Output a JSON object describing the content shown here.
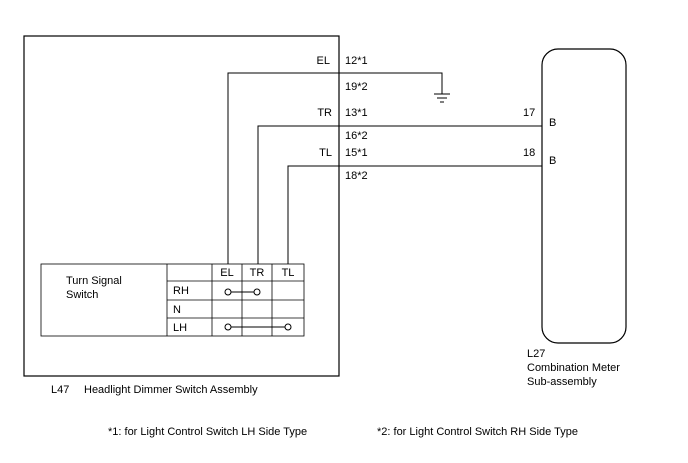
{
  "assembly": {
    "code": "L47",
    "name": "Headlight Dimmer Switch Assembly",
    "terminals": [
      {
        "name": "EL",
        "pin_lh": "12*1",
        "pin_rh": "19*2"
      },
      {
        "name": "TR",
        "pin_lh": "13*1",
        "pin_rh": "16*2"
      },
      {
        "name": "TL",
        "pin_lh": "15*1",
        "pin_rh": "18*2"
      }
    ]
  },
  "switch_table": {
    "title_line1": "Turn Signal",
    "title_line2": "Switch",
    "columns": [
      "EL",
      "TR",
      "TL"
    ],
    "rows": [
      {
        "label": "RH",
        "connects": [
          "EL",
          "TR"
        ]
      },
      {
        "label": "N",
        "connects": []
      },
      {
        "label": "LH",
        "connects": [
          "EL",
          "TL"
        ]
      }
    ]
  },
  "meter": {
    "code": "L27",
    "name_line1": "Combination Meter",
    "name_line2": "Sub-assembly",
    "pins": [
      {
        "number": "17",
        "label": "B"
      },
      {
        "number": "18",
        "label": "B"
      }
    ]
  },
  "footnotes": {
    "note1": "*1: for Light Control Switch LH Side Type",
    "note2": "*2: for Light Control Switch RH Side Type"
  }
}
